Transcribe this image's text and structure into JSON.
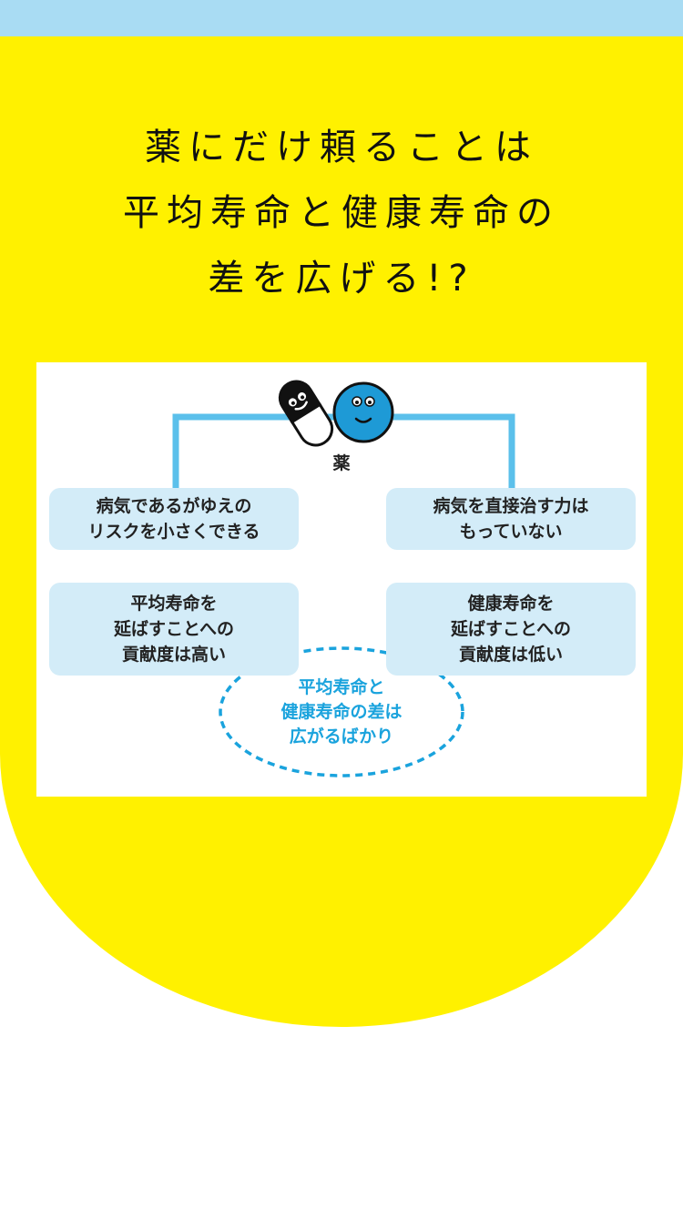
{
  "headline": {
    "lines": [
      "薬にだけ頼ることは",
      "平均寿命と健康寿命の",
      "差を広げる!?"
    ]
  },
  "diagram": {
    "medicine_label": "薬",
    "left_top": [
      "病気であるがゆえの",
      "リスクを小さくできる"
    ],
    "right_top": [
      "病気を直接治す力は",
      "もっていない"
    ],
    "left_bottom": [
      "平均寿命を",
      "延ばすことへの",
      "貢献度は高い"
    ],
    "right_bottom": [
      "健康寿命を",
      "延ばすことへの",
      "貢献度は低い"
    ],
    "outcome": [
      "平均寿命と",
      "健康寿命の差は",
      "広がるばかり"
    ]
  },
  "colors": {
    "top_bar": "#a9dcf3",
    "panel": "#fff100",
    "connector": "#5bc0eb",
    "box": "#d3ecf8",
    "outcome_text": "#1aa3dd",
    "pill_character": "#111111",
    "tablet_character": "#1e9ad6"
  },
  "icons": [
    "capsule-character-icon",
    "tablet-character-icon"
  ]
}
